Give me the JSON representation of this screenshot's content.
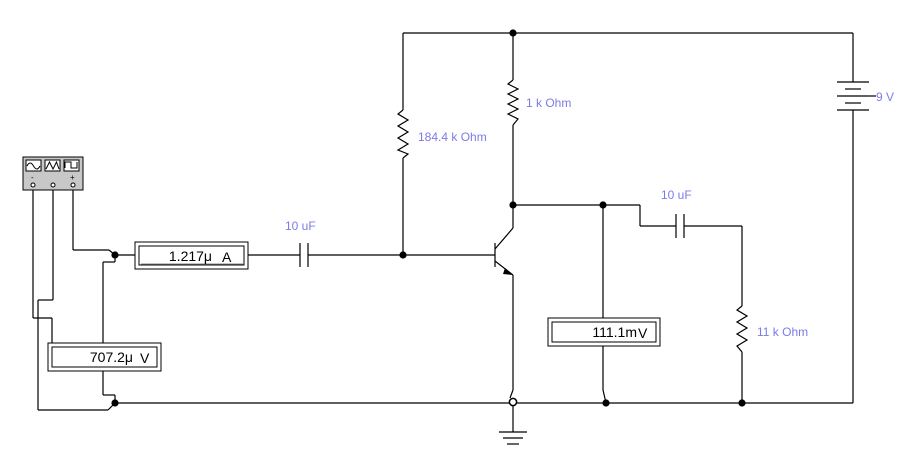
{
  "labels": {
    "r_base": "184.4 k Ohm",
    "r_collector": "1 k Ohm",
    "battery": "9 V",
    "cap_input": "10 uF",
    "cap_output": "10 uF",
    "r_load": "11 k Ohm"
  },
  "meters": {
    "ammeter": {
      "value": "1.217μ",
      "unit": "A"
    },
    "voltmeter_output": {
      "value": "111.1m",
      "unit": "V"
    },
    "voltmeter_input": {
      "value": "707.2μ",
      "unit": "V"
    }
  },
  "generator": {
    "minus": "-",
    "plus": "+"
  }
}
